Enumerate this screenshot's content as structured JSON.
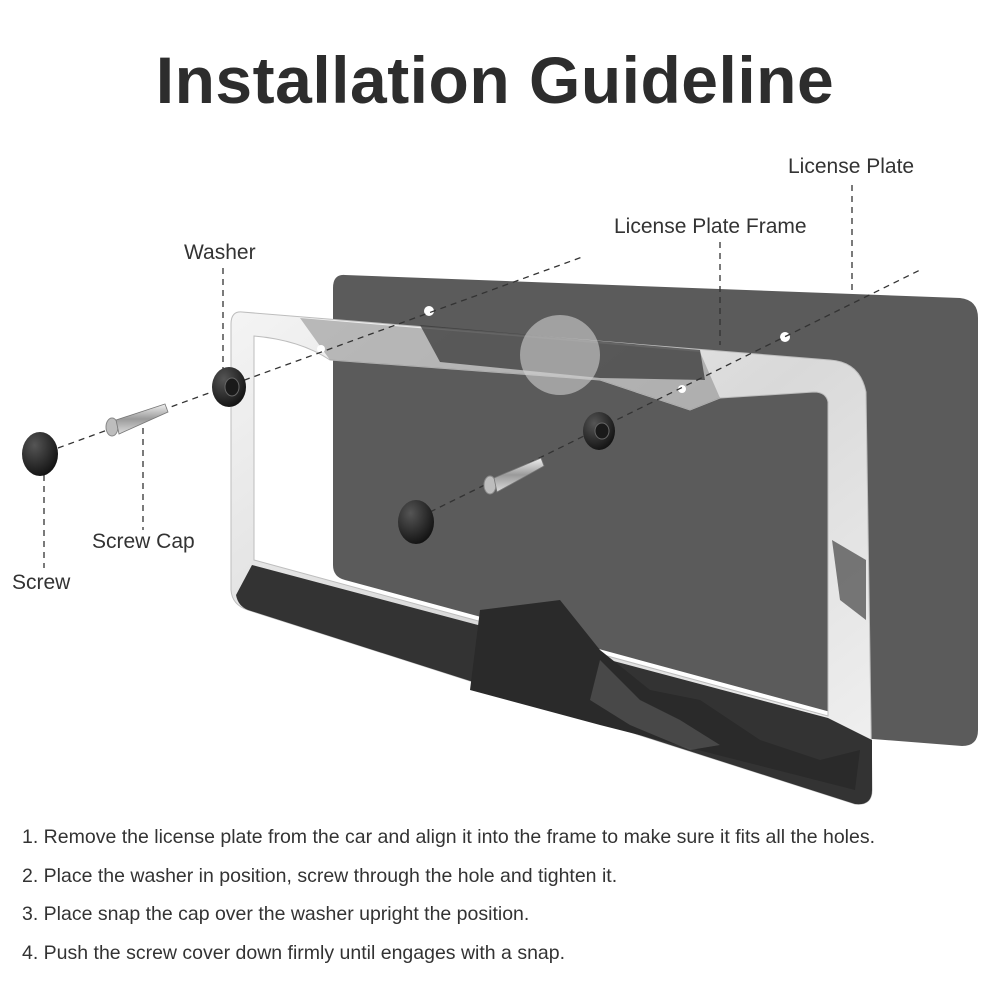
{
  "title": "Installation Guideline",
  "labels": {
    "license_plate": "License Plate",
    "license_plate_frame": "License Plate Frame",
    "washer": "Washer",
    "screw_cap": "Screw Cap",
    "screw": "Screw"
  },
  "steps": [
    "1. Remove the license plate from the car and align it into the frame to make sure it fits all the holes.",
    "2. Place the washer in position, screw through the hole and tighten it.",
    "3. Place snap the cap over the washer upright the position.",
    "4. Push the screw cover down firmly until engages with a snap."
  ],
  "colors": {
    "plate": "#5b5b5b",
    "frame_silver": "#e9e9e9",
    "frame_dark": "#333333",
    "text": "#2d2d2d"
  }
}
